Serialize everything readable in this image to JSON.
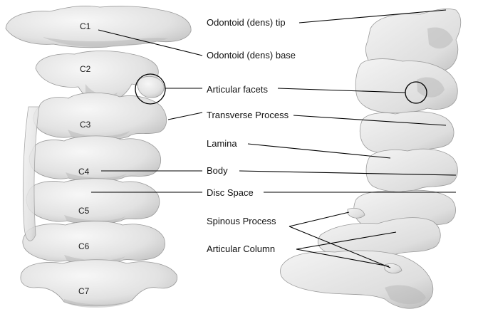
{
  "vertebrae": [
    "C1",
    "C2",
    "C3",
    "C4",
    "C5",
    "C6",
    "C7"
  ],
  "callouts": {
    "dens_tip": "Odontoid (dens) tip",
    "dens_base": "Odontoid (dens) base",
    "articular_facets": "Articular facets",
    "transverse_process": "Transverse Process",
    "lamina": "Lamina",
    "body": "Body",
    "disc_space": "Disc Space",
    "spinous_process": "Spinous Process",
    "articular_column": "Articular Column"
  },
  "colors": {
    "bone": "#e6e6e6",
    "bone_shadow": "#b5b5b5",
    "line": "#000000"
  }
}
